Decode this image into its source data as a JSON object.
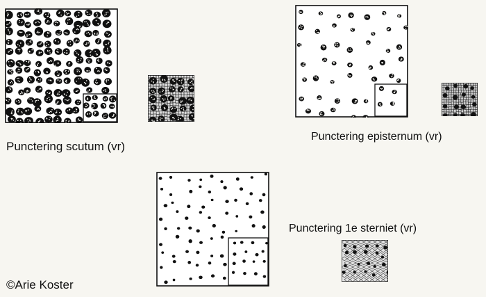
{
  "figures": [
    {
      "key": "scutum",
      "caption": "Punctering scutum (vr)"
    },
    {
      "key": "episternum",
      "caption": "Punctering episternum (vr)"
    },
    {
      "key": "sterniet",
      "caption": "Punctering 1e sterniet (vr)"
    }
  ],
  "credit": "©Arie Koster",
  "colors": {
    "ink": "#111111",
    "paper": "#f7f6f1"
  }
}
